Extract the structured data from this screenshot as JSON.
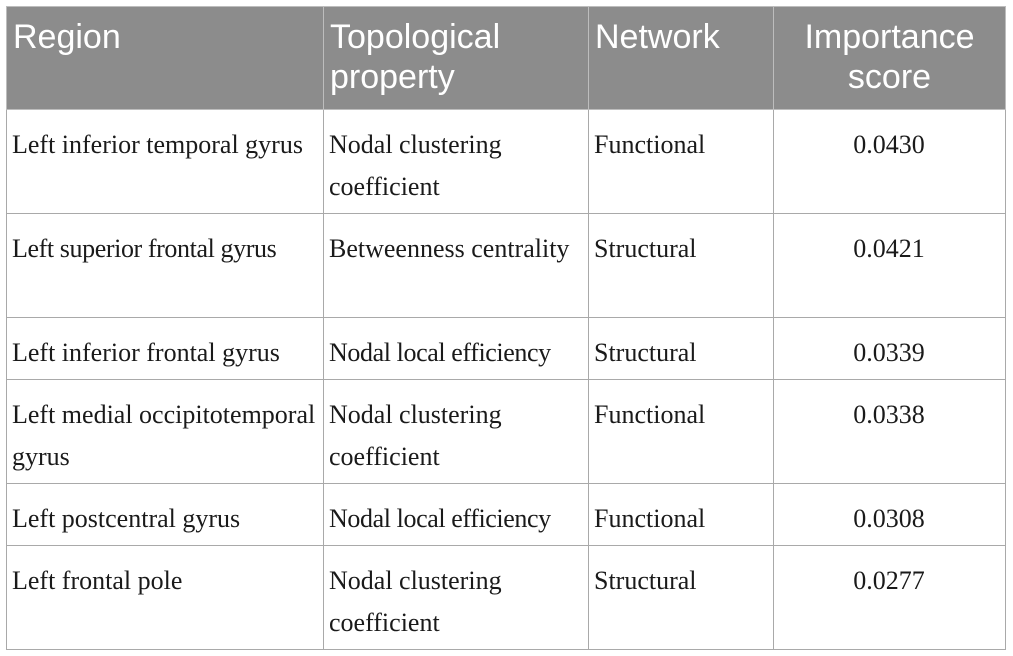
{
  "table": {
    "headers": [
      "Region",
      "Topological property",
      "Network",
      "Importance score"
    ],
    "rows": [
      [
        "Left inferior temporal gyrus",
        "Nodal clustering coefficient",
        "Functional",
        "0.0430"
      ],
      [
        "Left superior frontal gyrus",
        "Betweenness centrality",
        "Structural",
        "0.0421"
      ],
      [
        "Left inferior frontal gyrus",
        "Nodal local efficiency",
        "Structural",
        "0.0339"
      ],
      [
        "Left medial occipitotemporal gyrus",
        "Nodal clustering coefficient",
        "Functional",
        "0.0338"
      ],
      [
        "Left postcentral gyrus",
        "Nodal local efficiency",
        "Functional",
        "0.0308"
      ],
      [
        "Left frontal pole",
        "Nodal clustering coefficient",
        "Structural",
        "0.0277"
      ]
    ]
  },
  "colors": {
    "header_bg": "#8c8c8c",
    "header_text": "#ffffff",
    "border": "#a9a9a9"
  }
}
